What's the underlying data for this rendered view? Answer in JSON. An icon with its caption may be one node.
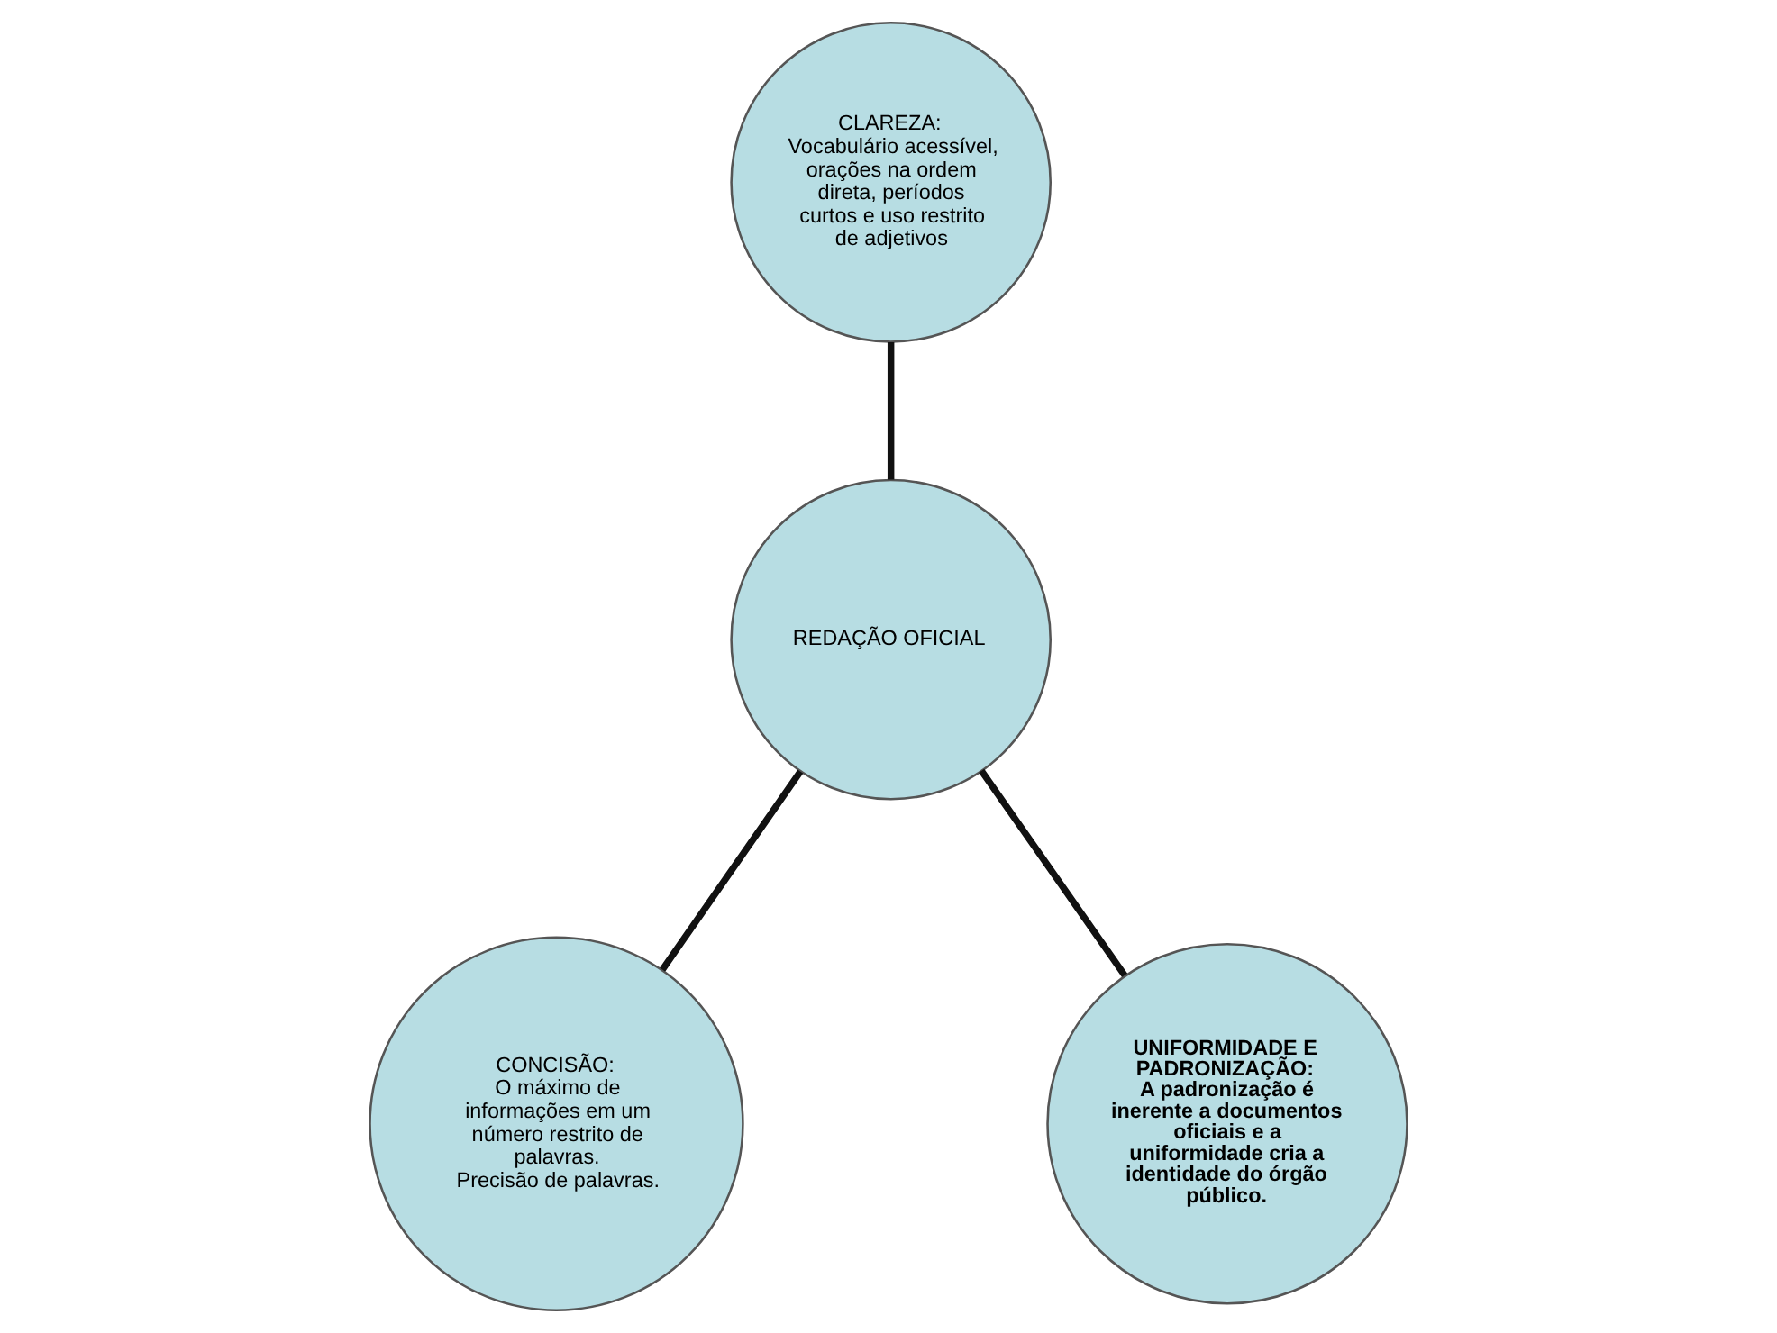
{
  "diagram": {
    "nodes": [
      {
        "text": [
          "CLAREZA:",
          "Vocabulário acessível, orações na ordem direta, períodos curtos e uso restrito de adjetivos"
        ]
      },
      {
        "text": [
          "REDAÇÃO OFICIAL"
        ]
      },
      {
        "text": [
          "CONCISÃO:",
          "O máximo de informações em um número restrito de palavras.",
          "Precisão de palavras."
        ]
      },
      {
        "text": [
          "UNIFORMIDADE E PADRONIZAÇÃO:",
          "A padronização é inerente a documentos oficiais e a uniformidade cria a identidade do órgão público."
        ]
      }
    ],
    "edges": [
      {
        "from": 0,
        "to": 1,
        "arrow": "none"
      },
      {
        "from": 1,
        "to": 2,
        "arrow": "none"
      },
      {
        "from": 1,
        "to": 3,
        "arrow": "none"
      }
    ]
  }
}
